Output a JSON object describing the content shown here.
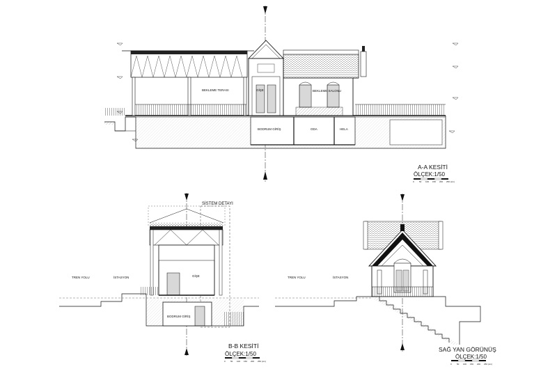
{
  "drawing_a": {
    "title": "A-A KESİTİ",
    "scale": "ÖLÇEK:1/50",
    "scale_ticks": [
      "0",
      "50",
      "100",
      "150",
      "200",
      "250 (cm)"
    ],
    "rooms": {
      "terrace": "BEKLEME TERASI",
      "lounge": "BEKLEME SALONU",
      "hall": "GİŞE",
      "basement": "BODRUM GİRİŞ",
      "room": "ODA",
      "wc": "HELA"
    }
  },
  "drawing_b": {
    "title": "B-B KESİTİ",
    "scale": "ÖLÇEK:1/50",
    "scale_ticks": [
      "0",
      "50",
      "100",
      "150",
      "200",
      "250 (cm)"
    ],
    "detail": "SİSTEM DETAYI",
    "rail": "TREN YOLU",
    "station": "İSTASYON",
    "hall": "GİŞE",
    "basement": "BODRUM GİRİŞ"
  },
  "drawing_c": {
    "title": "SAĞ YAN GÖRÜNÜŞ",
    "scale": "ÖLÇEK:1/50",
    "scale_ticks": [
      "0",
      "50",
      "100",
      "150",
      "200",
      "250 (cm)"
    ],
    "rail": "TREN YOLU",
    "station": "İSTASYON"
  },
  "colors": {
    "line": "#111111",
    "hatch": "#888888",
    "dash": "#444444"
  }
}
